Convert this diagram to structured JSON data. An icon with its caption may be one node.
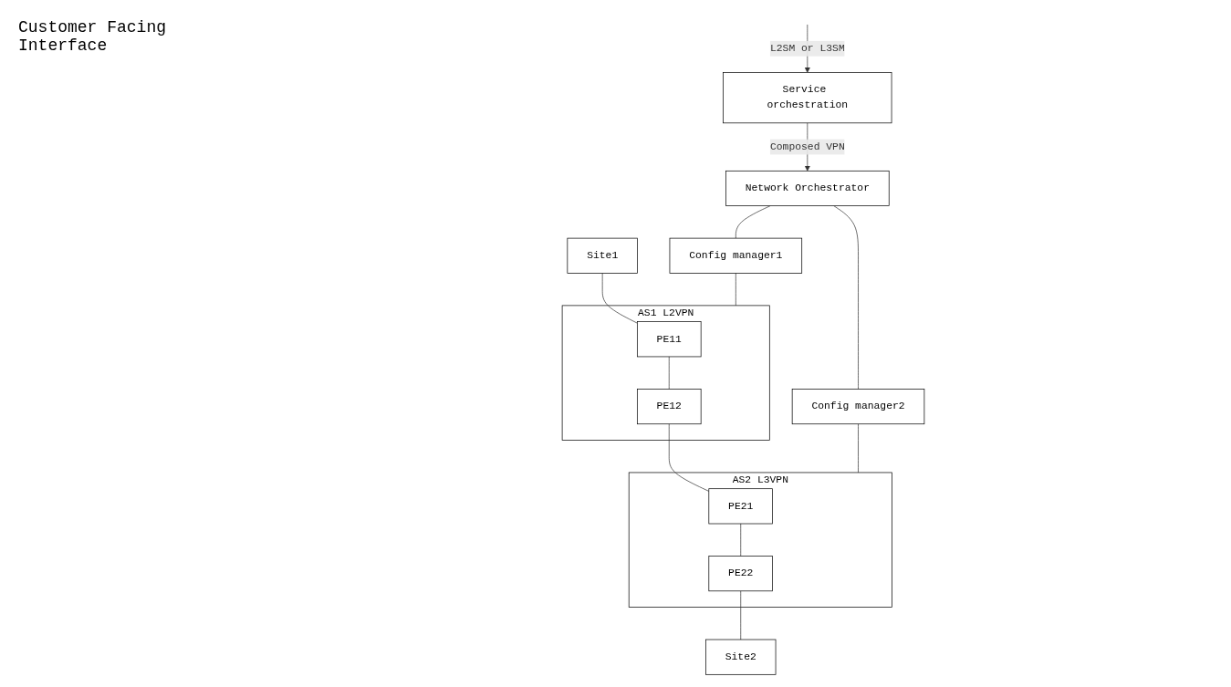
{
  "diagram": {
    "nodes": [
      {
        "text": [
          "Service orchestration"
        ]
      },
      {
        "text": [
          "Network Orchestrator"
        ]
      },
      {
        "text": [
          "Config manager1"
        ]
      },
      {
        "text": [
          "Config manager2"
        ]
      },
      {
        "text": [
          "AS1 L2VPN"
        ]
      },
      {
        "text": [
          "PE11"
        ],
        "in": 4
      },
      {
        "text": [
          "PE12"
        ],
        "in": 4
      },
      {
        "text": [
          "AS2 L3VPN"
        ]
      },
      {
        "text": [
          "PE21"
        ],
        "in": 7
      },
      {
        "text": [
          "PE22"
        ],
        "in": 7
      },
      {
        "text": [
          "Site1"
        ]
      },
      {
        "text": [
          "Site2"
        ]
      }
    ],
    "edges": [
      {
        "from": null,
        "to": 0,
        "arrow": "to",
        "label": "L2SM or L3SM"
      },
      {
        "from": 0,
        "to": 1,
        "arrow": "to",
        "label": "Composed VPN"
      },
      {
        "from": 1,
        "to": 2,
        "arrow": "none"
      },
      {
        "from": 1,
        "to": 3,
        "arrow": "none"
      },
      {
        "from": 2,
        "to": 4,
        "arrow": "none"
      },
      {
        "from": 3,
        "to": 7,
        "arrow": "none"
      },
      {
        "from": 10,
        "to": 5,
        "arrow": "none"
      },
      {
        "from": 5,
        "to": 6,
        "arrow": "none"
      },
      {
        "from": 6,
        "to": 8,
        "arrow": "none"
      },
      {
        "from": 8,
        "to": 9,
        "arrow": "none"
      },
      {
        "from": 9,
        "to": 11,
        "arrow": "none"
      }
    ],
    "labels": [
      "Customer Facing Interface"
    ]
  }
}
